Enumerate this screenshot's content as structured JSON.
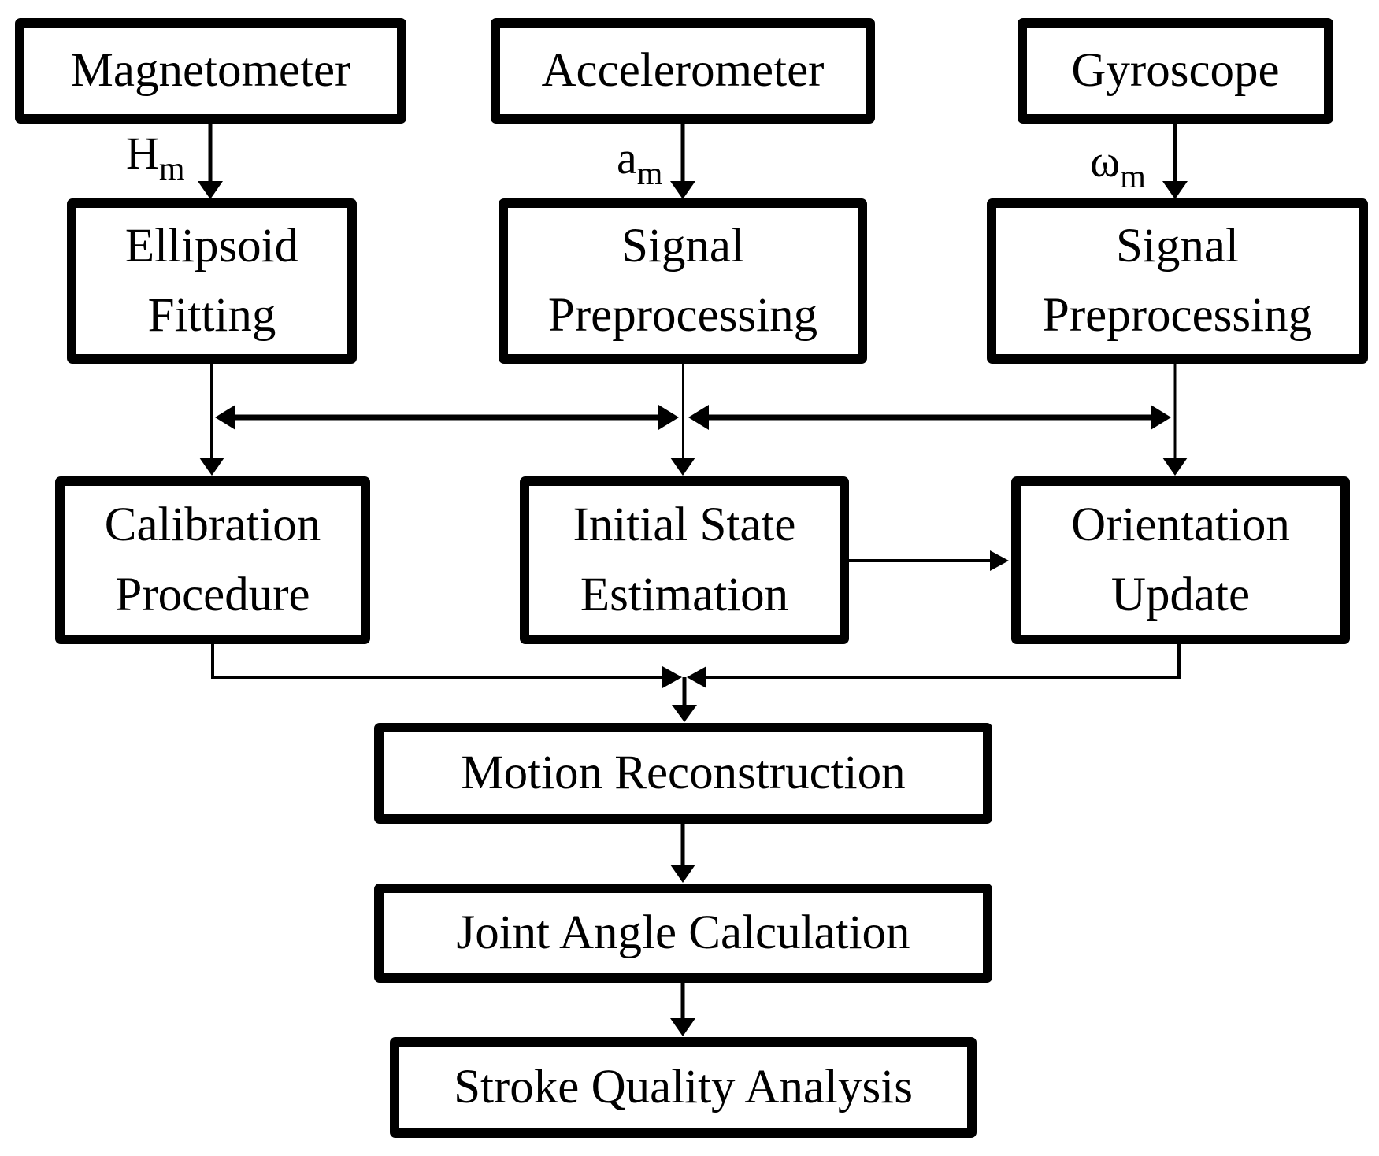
{
  "diagram": {
    "title": "IMU sensor fusion flowchart",
    "colors": {
      "background": "#ffffff",
      "box_fill": "#ffffff",
      "box_border": "#000000",
      "text": "#000000",
      "line": "#000000"
    },
    "nodes": {
      "magnetometer": {
        "lines": [
          "Magnetometer"
        ]
      },
      "accelerometer": {
        "lines": [
          "Accelerometer"
        ]
      },
      "gyroscope": {
        "lines": [
          "Gyroscope"
        ]
      },
      "ellipsoid_fitting": {
        "lines": [
          "Ellipsoid",
          "Fitting"
        ]
      },
      "signal_preprocessing_accel": {
        "lines": [
          "Signal",
          "Preprocessing"
        ]
      },
      "signal_preprocessing_gyro": {
        "lines": [
          "Signal",
          "Preprocessing"
        ]
      },
      "calibration_procedure": {
        "lines": [
          "Calibration",
          "Procedure"
        ]
      },
      "initial_state_estimation": {
        "lines": [
          "Initial State",
          "Estimation"
        ]
      },
      "orientation_update": {
        "lines": [
          "Orientation",
          "Update"
        ]
      },
      "motion_reconstruction": {
        "lines": [
          "Motion Reconstruction"
        ]
      },
      "joint_angle_calculation": {
        "lines": [
          "Joint Angle Calculation"
        ]
      },
      "stroke_quality_analysis": {
        "lines": [
          "Stroke Quality Analysis"
        ]
      }
    },
    "signal_labels": {
      "magnetometer": {
        "base": "H",
        "sub": "m"
      },
      "accelerometer": {
        "base": "a",
        "sub": "m"
      },
      "gyroscope": {
        "base": "ω",
        "sub": "m"
      }
    }
  }
}
